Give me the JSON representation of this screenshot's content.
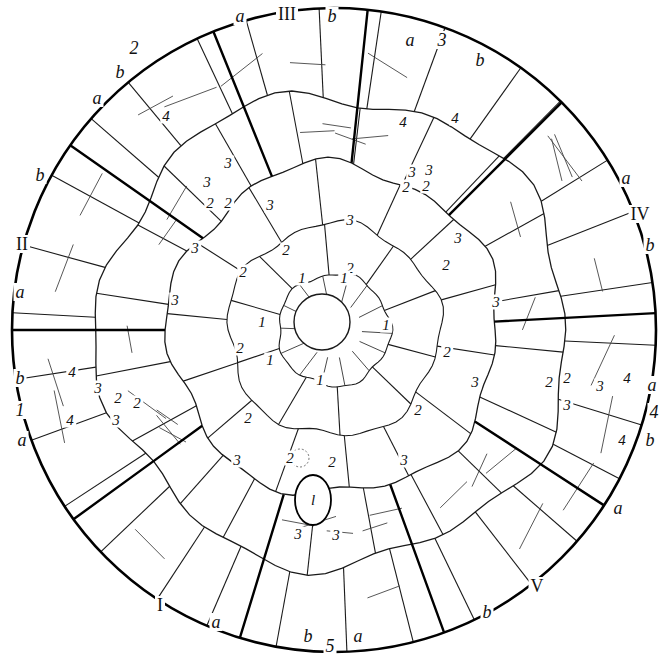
{
  "diagram": {
    "labels": [
      "a",
      "III",
      "b",
      "a",
      "3",
      "b",
      "b",
      "2",
      "a",
      "b",
      "II",
      "a",
      "b",
      "1",
      "a",
      "I",
      "a",
      "b",
      "5",
      "a",
      "b",
      "V",
      "a",
      "b",
      "4",
      "a",
      "b",
      "IV",
      "a",
      "4",
      "4",
      "4",
      "4",
      "4",
      "4",
      "4",
      "3",
      "3",
      "2",
      "2",
      "3",
      "3",
      "2",
      "2",
      "3",
      "2",
      "2",
      "3",
      "2",
      "2",
      "3",
      "3",
      "2",
      "2",
      "l",
      "3",
      "3",
      "3",
      "3",
      "3",
      "3",
      "3",
      "3",
      "3",
      "3",
      "3",
      "2",
      "2",
      "2",
      "2",
      "2",
      "2",
      "2",
      "2",
      "1",
      "1",
      "1",
      "1",
      "1",
      "1"
    ]
  }
}
